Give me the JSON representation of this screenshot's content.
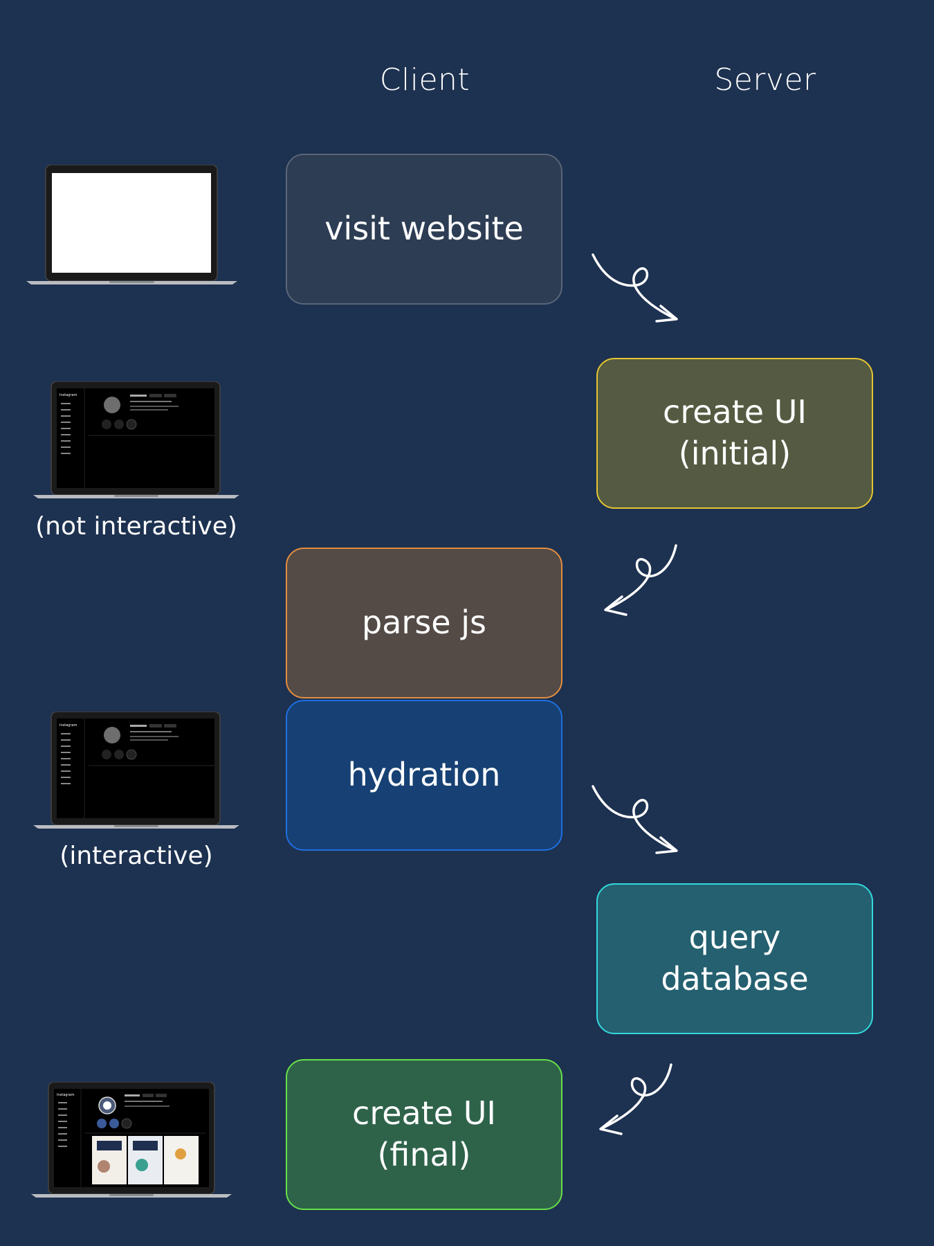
{
  "columns": {
    "client": "Client",
    "server": "Server"
  },
  "steps": {
    "visit": {
      "label": "visit website",
      "fill": "#2d3d54",
      "border": "#5a6577"
    },
    "create_initial": {
      "label": "create UI\n(initial)",
      "fill": "#545b42",
      "border": "#e5c531"
    },
    "parse": {
      "label": "parse js",
      "fill": "#544b47",
      "border": "#e58e3e"
    },
    "hydration": {
      "label": "hydration",
      "fill": "#174174",
      "border": "#1f6fe0"
    },
    "query": {
      "label": "query\ndatabase",
      "fill": "#246070",
      "border": "#33dadc"
    },
    "create_final": {
      "label": "create UI\n(final)",
      "fill": "#2e634a",
      "border": "#68e048"
    }
  },
  "captions": {
    "not_interactive": "(not interactive)",
    "interactive": "(interactive)"
  },
  "laptop_screen": {
    "app_name": "Instagram"
  }
}
